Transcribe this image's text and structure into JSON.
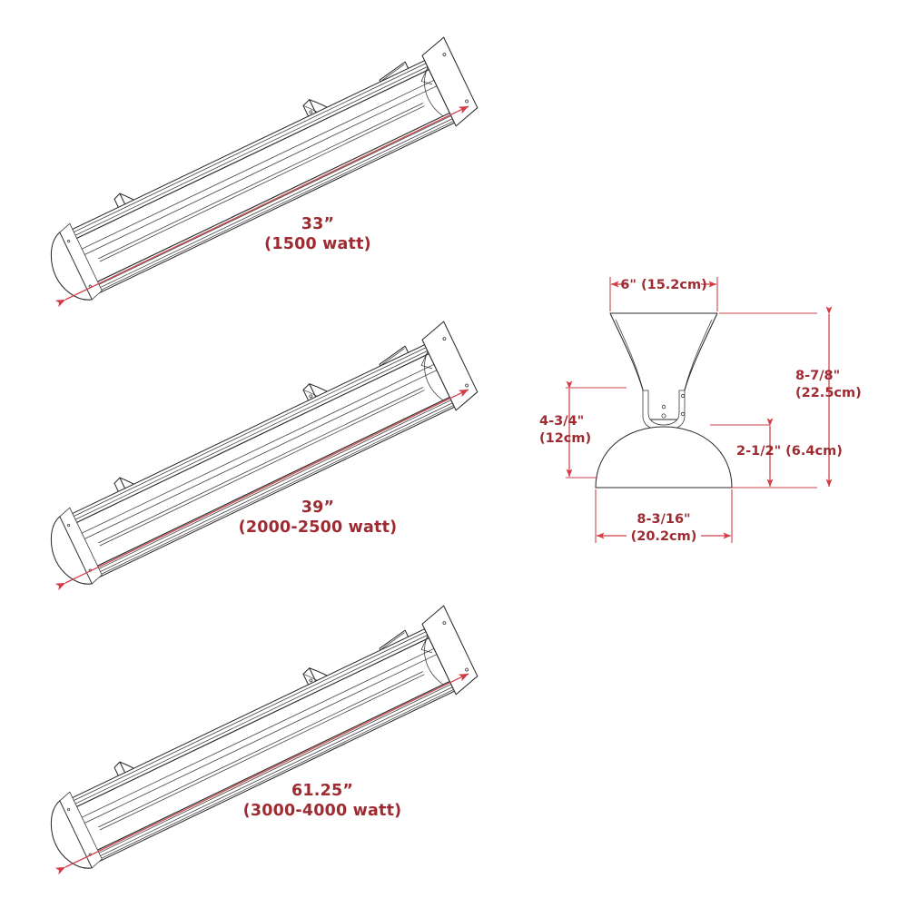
{
  "document": {
    "type": "technical-dimension-drawing",
    "subject": "infrared patio heater",
    "colors": {
      "line": "#2b2b2b",
      "dimension": "#c9424a",
      "dimension_text": "#9e2b32",
      "background": "#ffffff"
    }
  },
  "heaters": [
    {
      "id": "heater-33",
      "size_label": "33”",
      "watt_label": "(1500 watt)"
    },
    {
      "id": "heater-39",
      "size_label": "39”",
      "watt_label": "(2000-2500 watt)"
    },
    {
      "id": "heater-6125",
      "size_label": "61.25”",
      "watt_label": "(3000-4000 watt)"
    }
  ],
  "cross_section": {
    "id": "heater-cross-section",
    "dimensions": {
      "top_width": "6\" (15.2cm)",
      "overall_height_line1": "8-7/8\"",
      "overall_height_line2": "(22.5cm)",
      "neck_height_line1": "4-3/4\"",
      "neck_height_line2": "(12cm)",
      "base_height": "2-1/2\" (6.4cm)",
      "base_width_line1": "8-3/16\"",
      "base_width_line2": "(20.2cm)"
    }
  }
}
